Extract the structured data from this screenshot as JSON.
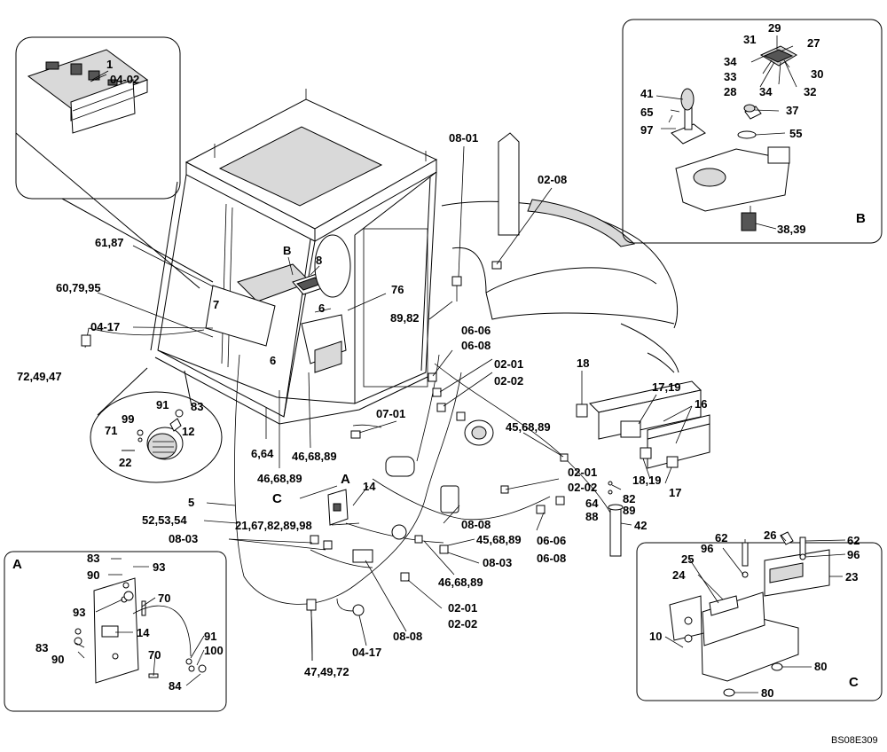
{
  "drawing_code": "BS08E309",
  "views": {
    "A": "A",
    "B": "B",
    "C": "C"
  },
  "callouts": {
    "c_1": "1",
    "c_04_02": "04-02",
    "c_61_87": "61,87",
    "c_60_79_95": "60,79,95",
    "c_B_main": "B",
    "c_8": "8",
    "c_7": "7",
    "c_76": "76",
    "c_6a": "6",
    "c_6b": "6",
    "c_04_17a": "04-17",
    "c_72_49_47": "72,49,47",
    "c_08_01": "08-01",
    "c_02_08": "02-08",
    "c_89_82": "89,82",
    "c_06_06a": "06-06",
    "c_06_08a": "06-08",
    "c_02_01a": "02-01",
    "c_02_02a": "02-02",
    "c_18": "18",
    "c_17_19": "17,19",
    "c_16": "16",
    "c_07_01": "07-01",
    "c_45_68_89a": "45,68,89",
    "c_6_64": "6,64",
    "c_46_68_89a": "46,68,89",
    "c_46_68_89b": "46,68,89",
    "c_C_main": "C",
    "c_A_main": "A",
    "c_14_main": "14",
    "c_02_01b": "02-01",
    "c_02_02b": "02-02",
    "c_18_19": "18,19",
    "c_82": "82",
    "c_89": "89",
    "c_17": "17",
    "c_64": "64",
    "c_88": "88",
    "c_42": "42",
    "c_5": "5",
    "c_52_53_54": "52,53,54",
    "c_21_67": "21,67,82,89,98",
    "c_08_03a": "08-03",
    "c_08_08a": "08-08",
    "c_45_68_89b": "45,68,89",
    "c_06_06b": "06-06",
    "c_06_08b": "06-08",
    "c_08_03b": "08-03",
    "c_46_68_89c": "46,68,89",
    "c_02_01c": "02-01",
    "c_02_02c": "02-02",
    "c_04_17b": "04-17",
    "c_08_08b": "08-08",
    "c_47_49_72": "47,49,72",
    "c_91_top": "91",
    "c_83_top": "83",
    "c_99": "99",
    "c_71": "71",
    "c_12": "12",
    "c_22": "22",
    "b_29": "29",
    "b_31": "31",
    "b_27": "27",
    "b_34a": "34",
    "b_33": "33",
    "b_30": "30",
    "b_28": "28",
    "b_34b": "34",
    "b_32": "32",
    "b_41": "41",
    "b_65": "65",
    "b_97": "97",
    "b_37": "37",
    "b_55": "55",
    "b_38_39": "38,39",
    "a_83a": "83",
    "a_93a": "93",
    "a_90a": "90",
    "a_70a": "70",
    "a_93b": "93",
    "a_14": "14",
    "a_83b": "83",
    "a_90b": "90",
    "a_91": "91",
    "a_100": "100",
    "a_70b": "70",
    "a_84": "84",
    "cc_26": "26",
    "cc_62a": "62",
    "cc_62b": "62",
    "cc_96a": "96",
    "cc_96b": "96",
    "cc_25": "25",
    "cc_23": "23",
    "cc_24": "24",
    "cc_10": "10",
    "cc_80a": "80",
    "cc_80b": "80"
  }
}
